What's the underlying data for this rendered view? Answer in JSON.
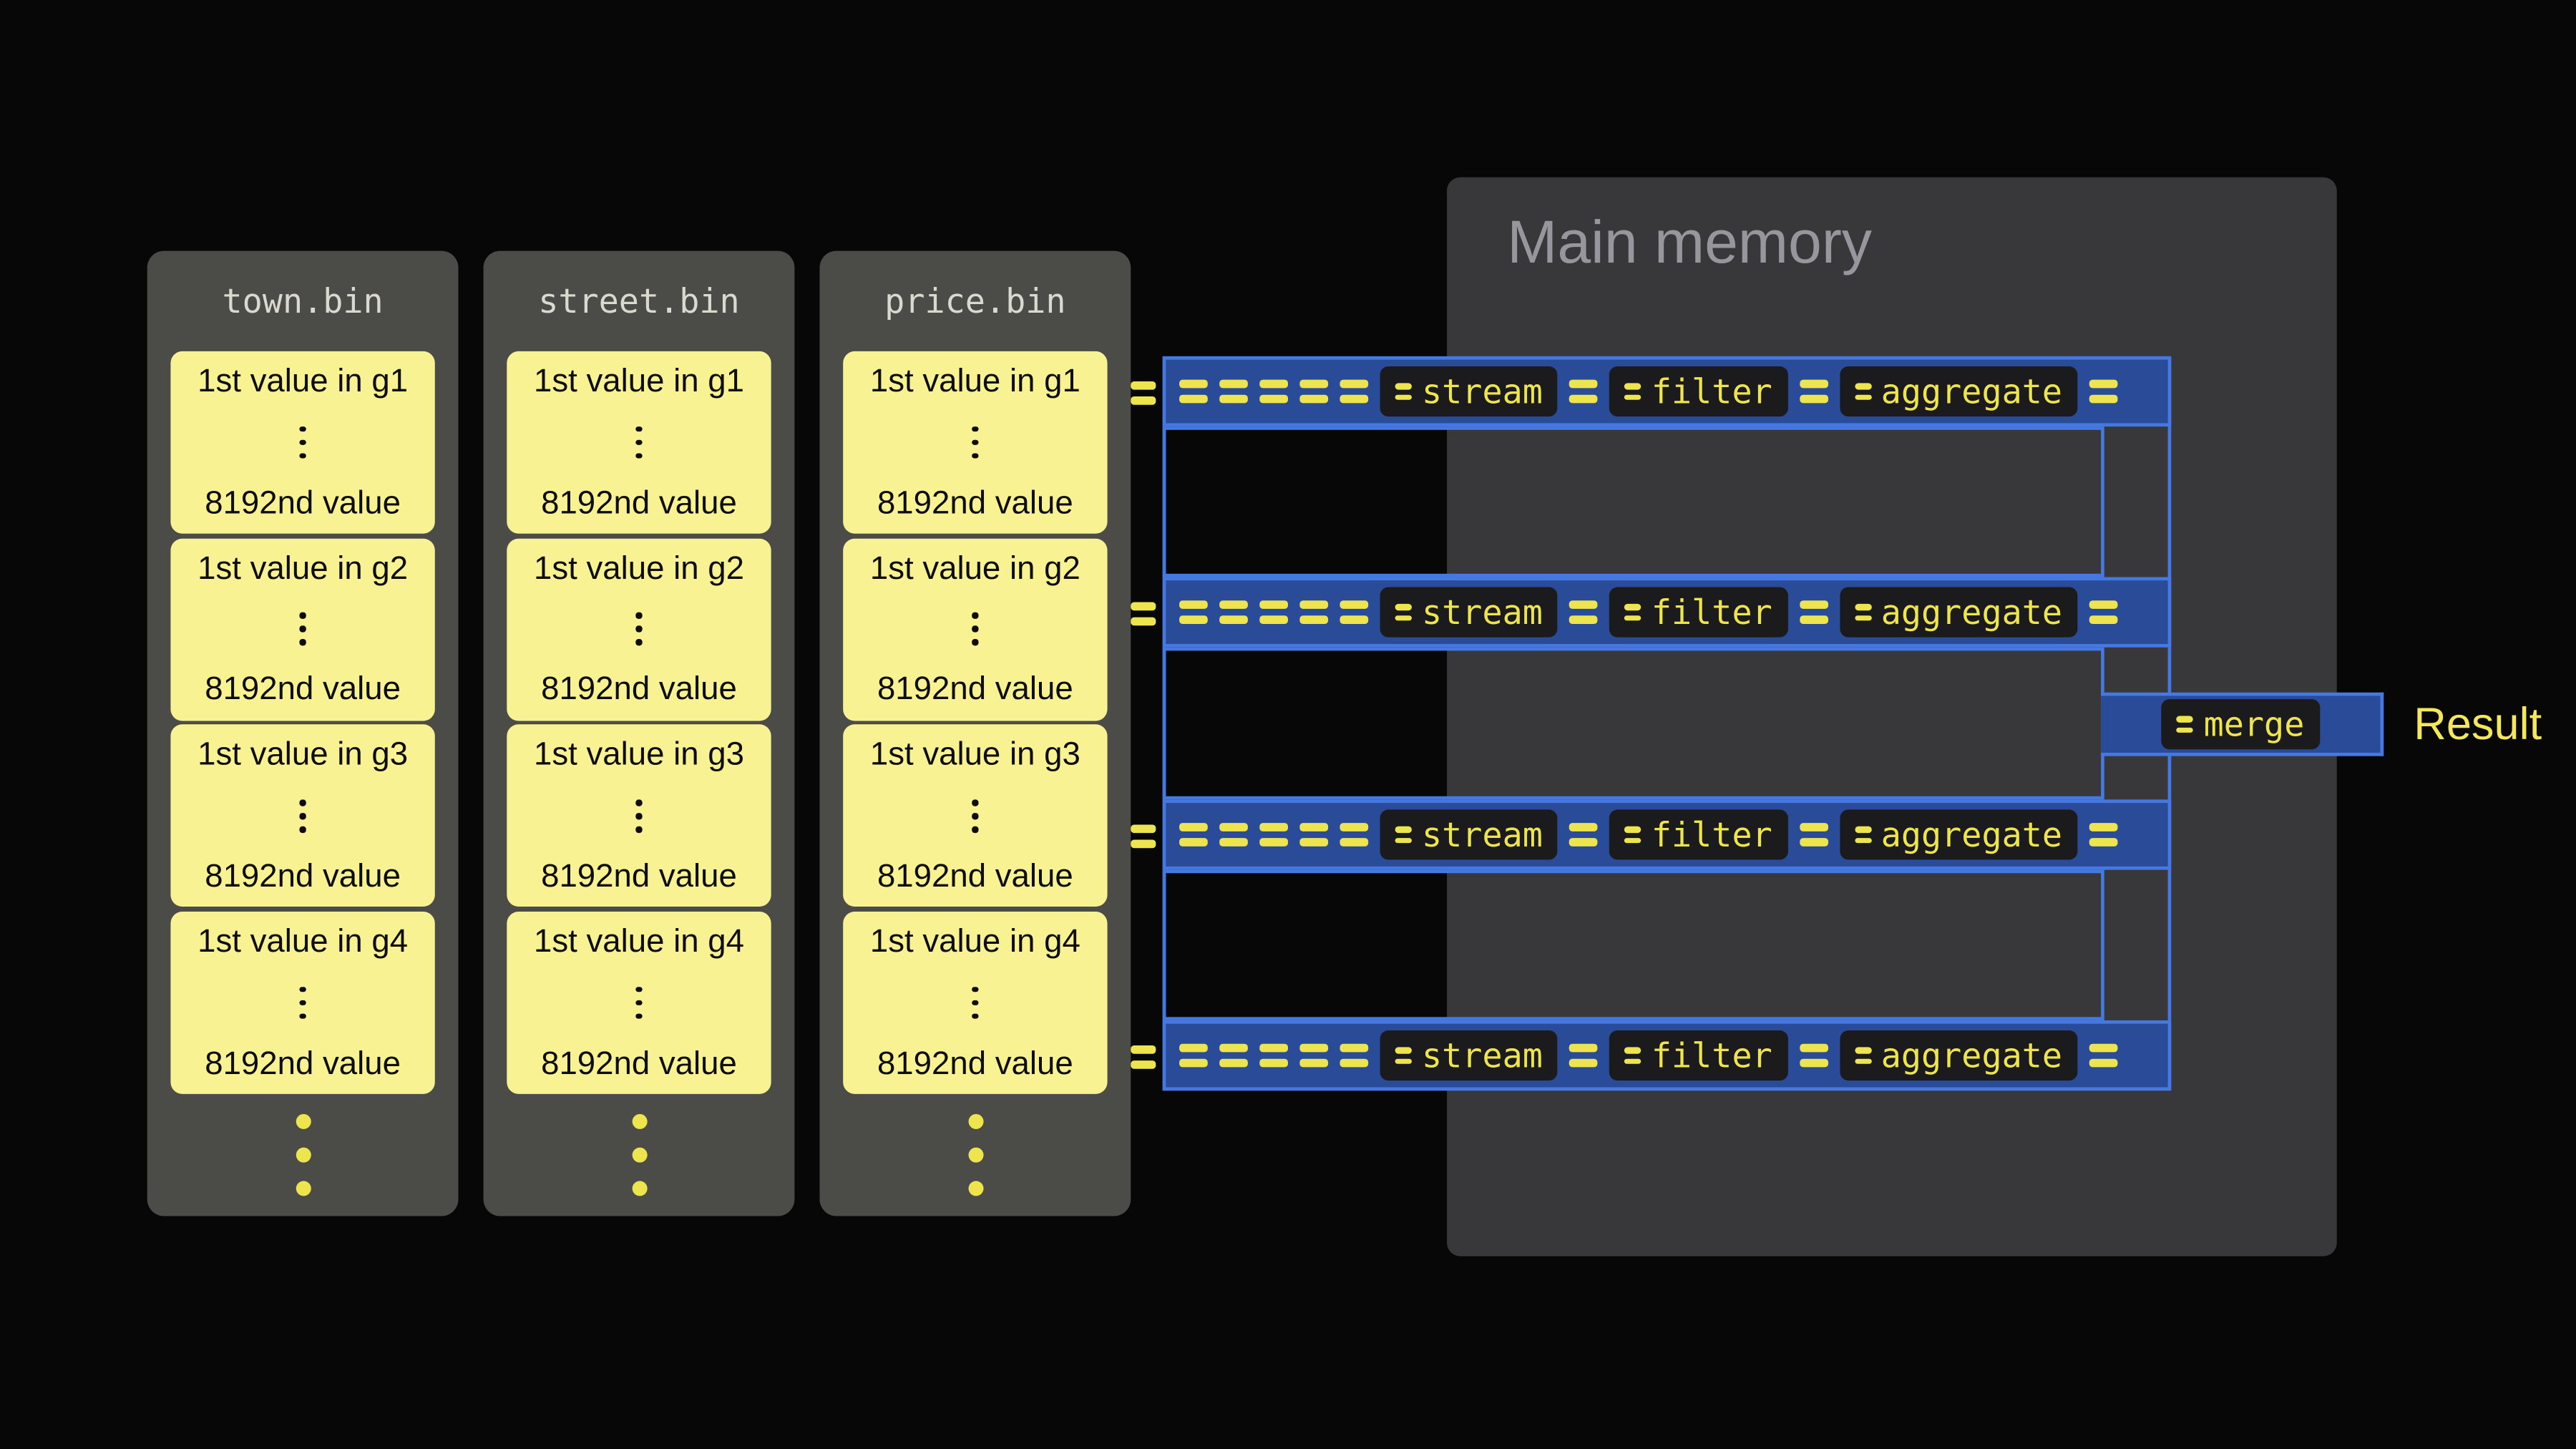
{
  "files": {
    "panels": [
      {
        "title": "town.bin"
      },
      {
        "title": "street.bin"
      },
      {
        "title": "price.bin"
      }
    ],
    "groups": [
      {
        "first": "1st value in g1",
        "last": "8192nd value"
      },
      {
        "first": "1st value in g2",
        "last": "8192nd value"
      },
      {
        "first": "1st value in g3",
        "last": "8192nd value"
      },
      {
        "first": "1st value in g4",
        "last": "8192nd value"
      }
    ]
  },
  "memory": {
    "title": "Main memory"
  },
  "pipeline": {
    "lanes": [
      {
        "stages": [
          "stream",
          "filter",
          "aggregate"
        ]
      },
      {
        "stages": [
          "stream",
          "filter",
          "aggregate"
        ]
      },
      {
        "stages": [
          "stream",
          "filter",
          "aggregate"
        ]
      },
      {
        "stages": [
          "stream",
          "filter",
          "aggregate"
        ]
      }
    ],
    "merge_label": "merge",
    "result_label": "Result"
  },
  "colors": {
    "background": "#070707",
    "card_yellow": "#f8f293",
    "accent_yellow": "#ede44e",
    "pipe_fill": "#2a4c98",
    "pipe_border": "#4678e2",
    "panel_bg": "#4b4b47",
    "memory_bg": "#38383b",
    "chip_bg": "#1b1b1e"
  }
}
